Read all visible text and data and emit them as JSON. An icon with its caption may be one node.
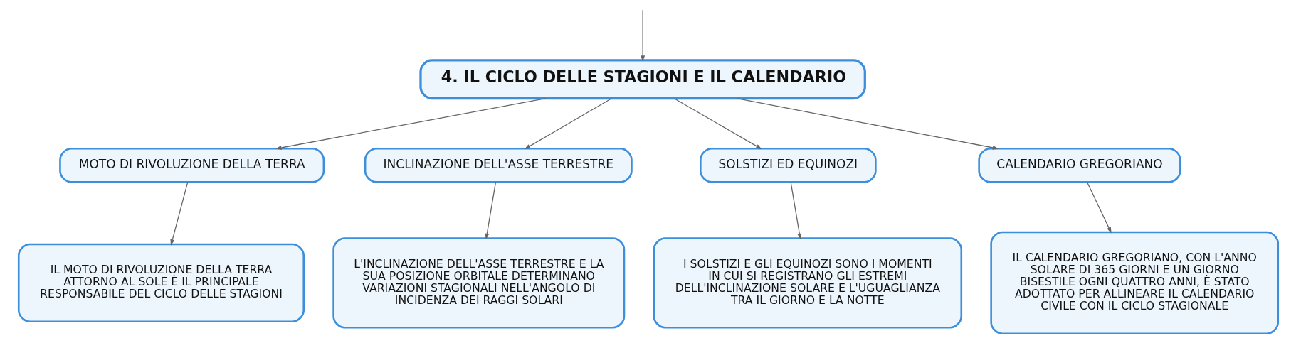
{
  "diagram": {
    "nodes": [
      {
        "text": [
          "4. IL CICLO DELLE STAGIONI E IL CALENDARIO"
        ]
      },
      {
        "text": [
          "MOTO DI RIVOLUZIONE DELLA TERRA"
        ]
      },
      {
        "text": [
          "INCLINAZIONE DELL'ASSE TERRESTRE"
        ]
      },
      {
        "text": [
          "SOLSTIZI ED EQUINOZI"
        ]
      },
      {
        "text": [
          "CALENDARIO GREGORIANO"
        ]
      },
      {
        "text": [
          "IL MOTO DI RIVOLUZIONE DELLA TERRA ATTORNO AL SOLE È IL PRINCIPALE RESPONSABILE DEL CICLO DELLE STAGIONI"
        ]
      },
      {
        "text": [
          "L'INCLINAZIONE DELL'ASSE TERRESTRE E LA SUA POSIZIONE ORBITALE DETERMINANO VARIAZIONI STAGIONALI NELL'ANGOLO DI INCIDENZA DEI RAGGI SOLARI"
        ]
      },
      {
        "text": [
          "I SOLSTIZI E GLI EQUINOZI SONO I MOMENTI IN CUI SI REGISTRANO GLI ESTREMI DELL'INCLINAZIONE SOLARE E L'UGUAGLIANZA TRA IL GIORNO E LA NOTTE"
        ]
      },
      {
        "text": [
          "IL CALENDARIO GREGORIANO, CON L'ANNO SOLARE DI 365 GIORNI E UN GIORNO BISESTILE OGNI QUATTRO ANNI, È STATO ADOTTATO PER ALLINEARE IL CALENDARIO CIVILE CON IL CICLO STAGIONALE"
        ]
      }
    ],
    "edges": [
      {
        "from": null,
        "to": 0,
        "arrow": "to"
      },
      {
        "from": 0,
        "to": 1,
        "arrow": "to"
      },
      {
        "from": 0,
        "to": 2,
        "arrow": "to"
      },
      {
        "from": 0,
        "to": 3,
        "arrow": "to"
      },
      {
        "from": 0,
        "to": 4,
        "arrow": "to"
      },
      {
        "from": 1,
        "to": 5,
        "arrow": "to"
      },
      {
        "from": 2,
        "to": 6,
        "arrow": "to"
      },
      {
        "from": 3,
        "to": 7,
        "arrow": "to"
      },
      {
        "from": 4,
        "to": 8,
        "arrow": "to"
      }
    ]
  }
}
